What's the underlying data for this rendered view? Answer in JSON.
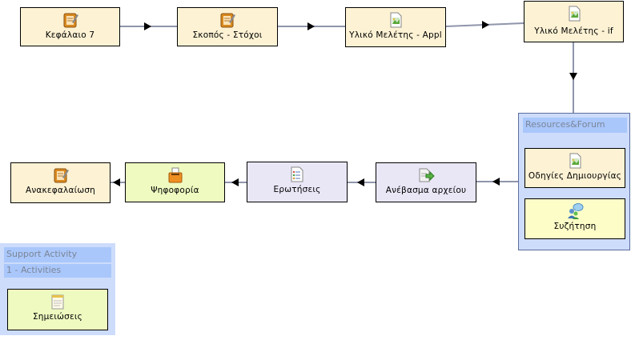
{
  "nodes": {
    "ch7": "Κεφάλαιο 7",
    "goals": "Σκοπός - Στόχοι",
    "study_appl": "Υλικό Μελέτης - Appl",
    "study_if": "Υλικό Μελέτης - if",
    "guidelines": "Οδηγίες Δημιουργίας",
    "discussion": "Συζήτηση",
    "upload": "Ανέβασμα αρχείου",
    "questions": "Ερωτήσεις",
    "vote": "Ψηφοφορία",
    "summary": "Ανακεφαλαίωση",
    "notes": "Σημειώσεις"
  },
  "groups": {
    "resources_title": "Resources&Forum",
    "support_title": "Support Activity",
    "support_sub": "1 - Activities"
  },
  "icons": {
    "ch7": "notepad-icon",
    "goals": "notepad-icon",
    "study_appl": "image-document-icon",
    "study_if": "image-document-icon",
    "guidelines": "image-document-icon",
    "discussion": "chat-users-icon",
    "upload": "file-upload-icon",
    "questions": "checklist-icon",
    "vote": "ballot-box-icon",
    "summary": "notepad-icon",
    "notes": "notes-icon"
  },
  "colors": {
    "edge": "#8f95ab",
    "arrow": "#000000",
    "group_fill": "#cddcfb",
    "group_title_fill": "#a9c7fb"
  }
}
